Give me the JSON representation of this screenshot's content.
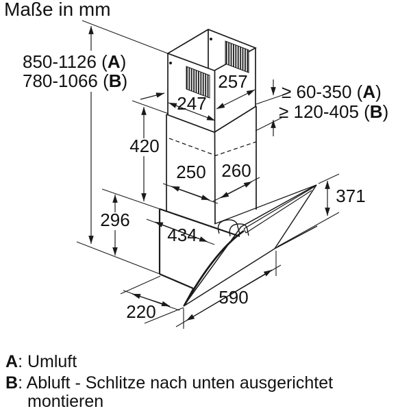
{
  "title": "Maße in mm",
  "dims": {
    "height_a": {
      "pre": "850-1126 (",
      "letter": "A",
      "suf": ")"
    },
    "height_b": {
      "pre": "780-1066 (",
      "letter": "B",
      "suf": ")"
    },
    "clear_a": {
      "pre": "≥ 60-350 (",
      "letter": "A",
      "suf": ")"
    },
    "clear_b": {
      "pre": "≥ 120-405 (",
      "letter": "B",
      "suf": ")"
    },
    "upper_depth": "257",
    "upper_width": "247",
    "lower_height": "420",
    "lower_width": "250",
    "lower_depth": "260",
    "body_height": "296",
    "top_width": "434",
    "glass_height": "371",
    "bottom_depth": "220",
    "glass_width": "590"
  },
  "legend": {
    "a_letter": "A",
    "a_rest": ": Umluft",
    "b_letter": "B",
    "b_rest": ": Abluft - Schlitze nach unten ausgerichtet",
    "b_line2": "montieren"
  },
  "colors": {
    "line": "#1a1a1a",
    "background": "#ffffff"
  }
}
